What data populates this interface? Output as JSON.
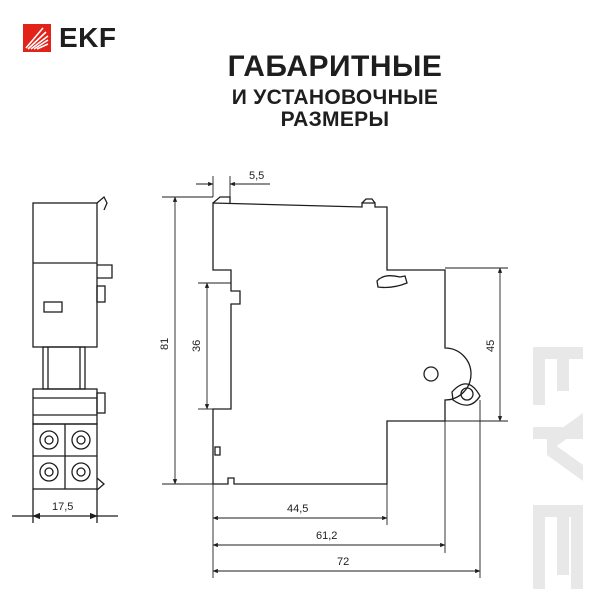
{
  "brand": {
    "name": "EKF",
    "accent_color": "#e2231a",
    "watermark_color": "#e8e8e8"
  },
  "title": {
    "line1": "ГАБАРИТНЫЕ",
    "line2": "И УСТАНОВОЧНЫЕ",
    "line3": "РАЗМЕРЫ"
  },
  "dimensions": {
    "front_width": "17,5",
    "lever_thickness": "5,5",
    "total_height": "81",
    "front_panel_height": "36",
    "rail_height": "45",
    "depth_to_panel": "44,5",
    "depth_to_rail": "61,2",
    "total_depth": "72"
  }
}
